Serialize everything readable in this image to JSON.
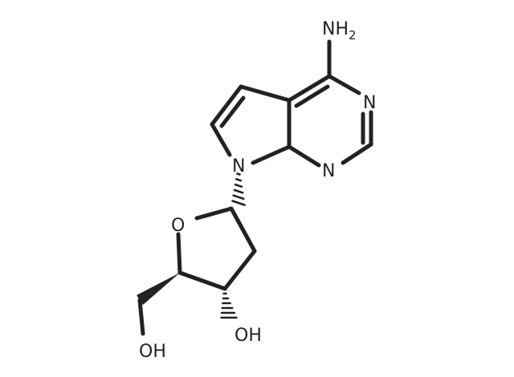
{
  "molecule": {
    "labels": {
      "amine": "NH",
      "amine_subscript": "2",
      "n3": "N",
      "n1": "N",
      "n7": "N",
      "ring_oxygen": "O",
      "hydroxyl_3": "OH",
      "hydroxyl_5": "OH"
    },
    "colors": {
      "bond": "#222222",
      "background": "#ffffff"
    }
  }
}
